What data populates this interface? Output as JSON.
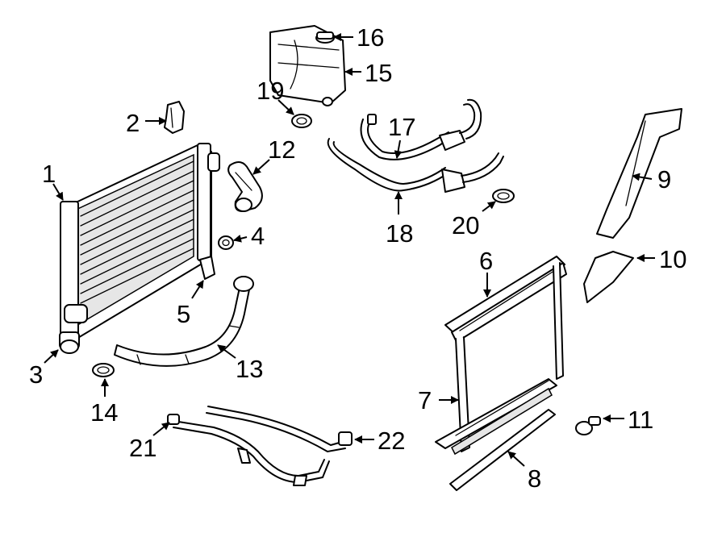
{
  "diagram": {
    "callouts": [
      "1",
      "2",
      "3",
      "4",
      "5",
      "6",
      "7",
      "8",
      "9",
      "10",
      "11",
      "12",
      "13",
      "14",
      "15",
      "16",
      "17",
      "18",
      "19",
      "20",
      "21",
      "22"
    ]
  }
}
